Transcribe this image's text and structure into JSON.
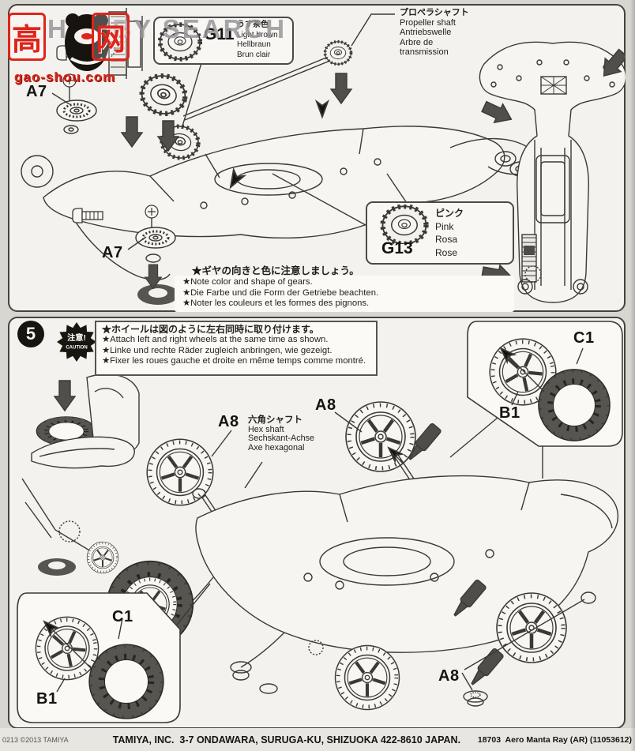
{
  "watermark": {
    "kanji_left": "高",
    "kanji_right": "网",
    "site": "HOBBY SEARCH",
    "url": "gao-shou.com"
  },
  "top_panel": {
    "g11": {
      "code": "G11",
      "ja": "うす茶色",
      "en": "Light brown",
      "de": "Hellbraun",
      "fr": "Brun clair"
    },
    "propeller": {
      "ja": "プロペラシャフト",
      "en": "Propeller shaft",
      "de": "Antriebswelle",
      "fr": "Arbre de transmission"
    },
    "a7": "A7",
    "g13": {
      "code": "G13",
      "ja": "ピンク",
      "en": "Pink",
      "de": "Rosa",
      "fr": "Rose"
    },
    "notes": [
      "★ギヤの向きと色に注意しましょう。",
      "★Note color and shape of gears.",
      "★Die Farbe und die Form der Getriebe beachten.",
      "★Noter les couleurs et les formes des pignons."
    ]
  },
  "step5": {
    "number": "5",
    "caution": {
      "ja": "注意!",
      "en": "CAUTION"
    },
    "notes": [
      "★ホイールは図のように左右同時に取り付けます。",
      "★Attach left and right wheels at the same time as shown.",
      "★Linke und rechte Räder zugleich anbringen, wie gezeigt.",
      "★Fixer les roues gauche et droite en même temps comme montré."
    ],
    "hex_shaft": {
      "ja": "六角シャフト",
      "en": "Hex shaft",
      "de": "Sechskant-Achse",
      "fr": "Axe hexagonal"
    },
    "labels": {
      "a8": "A8",
      "b1": "B1",
      "c1": "C1"
    }
  },
  "footer": {
    "left": "0213 ©2013 TAMIYA",
    "center": "TAMIYA, INC.  3-7 ONDAWARA, SURUGA-KU, SHIZUOKA 422-8610 JAPAN.",
    "right": "18703  Aero Manta Ray (AR) (11053612)"
  },
  "colors": {
    "page_bg": "#d7d6d1",
    "panel_bg": "#f3f2ee",
    "line": "#3a3936",
    "dark_fill": "#56554f",
    "watermark_red": "#e0241a"
  }
}
